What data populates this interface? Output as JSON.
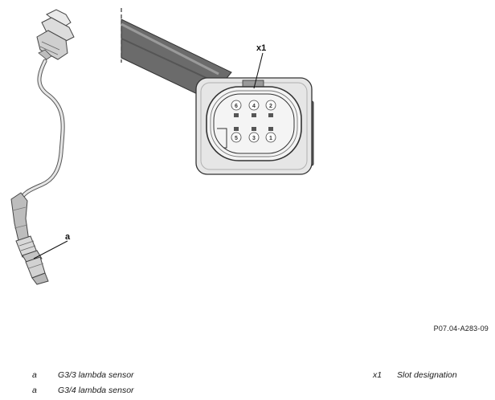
{
  "callouts": {
    "a": "a",
    "x1": "x1"
  },
  "connector": {
    "pins_top": [
      "6",
      "4",
      "2"
    ],
    "pins_bottom": [
      "5",
      "3",
      "1"
    ]
  },
  "figure_code": "P07.04-A283-09",
  "legend": [
    {
      "key": "a",
      "text": "G3/3 lambda sensor"
    },
    {
      "key": "a",
      "text": "G3/4 lambda sensor"
    },
    {
      "key": "x1",
      "text": "Slot designation"
    }
  ]
}
